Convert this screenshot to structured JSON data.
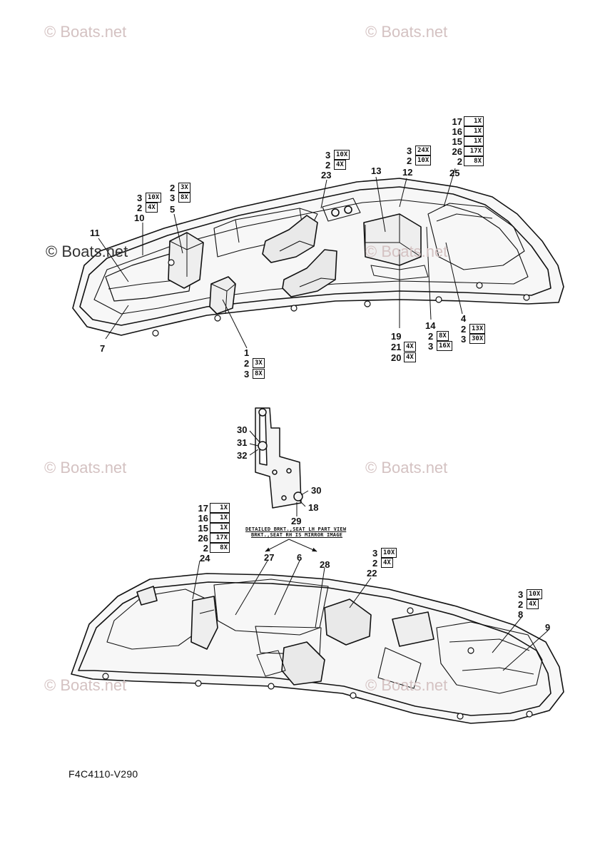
{
  "watermark": "© Boats.net",
  "diagram_code": "F4C4110-V290",
  "detail_note": {
    "line1": "DETAILED BRKT.,SEAT LH PART VIEW",
    "line2": "BRKT.,SEAT RH IS MIRROR IMAGE"
  },
  "callouts": {
    "c1": "1",
    "c2": "2",
    "c3": "3",
    "c4": "4",
    "c5": "5",
    "c6": "6",
    "c7": "7",
    "c8": "8",
    "c9": "9",
    "c10": "10",
    "c11": "11",
    "c12": "12",
    "c13": "13",
    "c14": "14",
    "c15": "15",
    "c16": "16",
    "c17": "17",
    "c18": "18",
    "c19": "19",
    "c20": "20",
    "c21": "21",
    "c22": "22",
    "c23": "23",
    "c24": "24",
    "c25": "25",
    "c26": "26",
    "c27": "27",
    "c28": "28",
    "c29": "29",
    "c30": "30",
    "c31": "31",
    "c32": "32"
  },
  "qty": {
    "x1": "1X",
    "x3": "3X",
    "x4": "4X",
    "x8": "8X",
    "x10": "10X",
    "x13": "13X",
    "x16": "16X",
    "x17": "17X",
    "x24": "24X",
    "x30": "30X"
  }
}
